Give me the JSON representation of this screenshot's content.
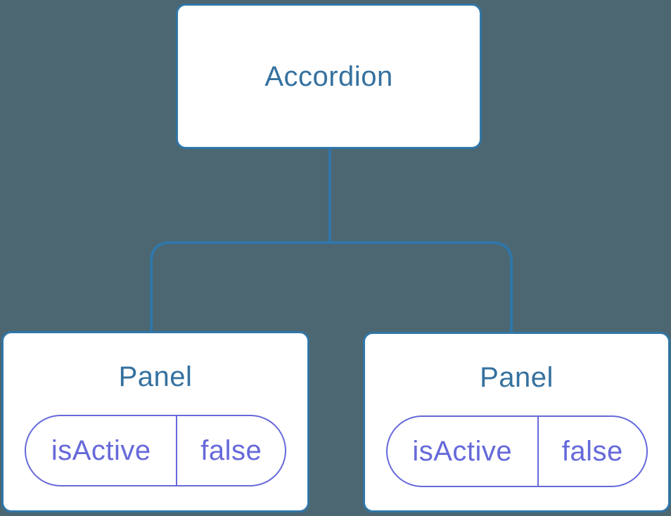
{
  "colors": {
    "background": "#4c6771",
    "node_fill": "#ffffff",
    "node_border": "#3076a8",
    "node_text": "#35719f",
    "connector": "#3076a8",
    "state_accent": "#6669da"
  },
  "tree": {
    "root": {
      "label": "Accordion"
    },
    "children": [
      {
        "label": "Panel",
        "state": {
          "key": "isActive",
          "value": "false"
        }
      },
      {
        "label": "Panel",
        "state": {
          "key": "isActive",
          "value": "false"
        }
      }
    ]
  }
}
